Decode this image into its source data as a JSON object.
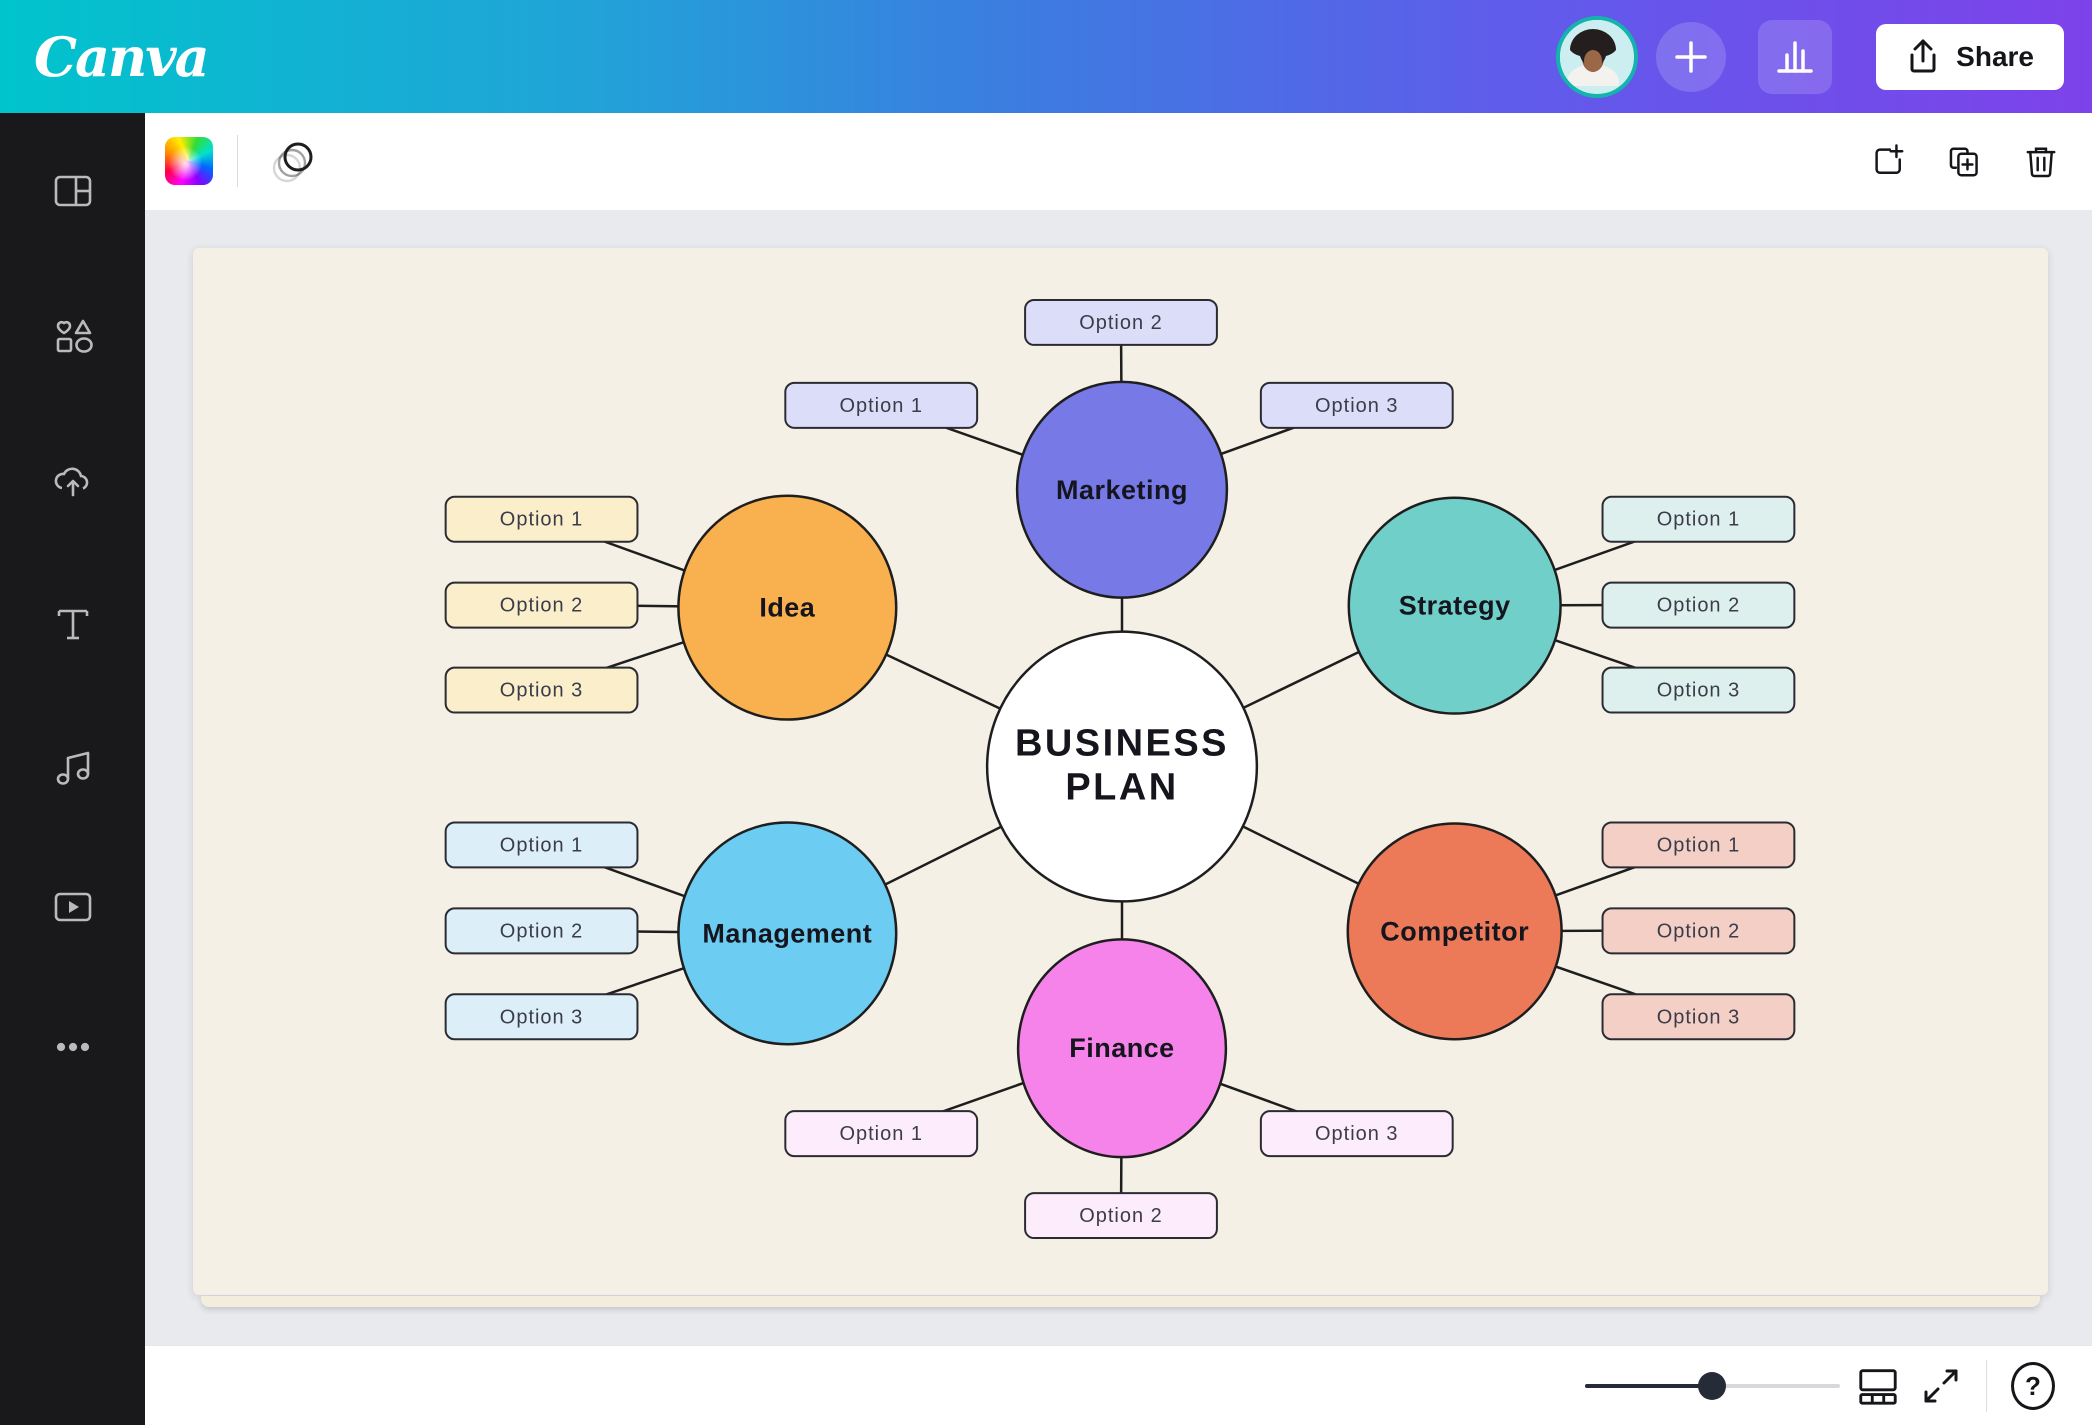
{
  "app": {
    "brand": "Canva",
    "share_label": "Share"
  },
  "topbar": {
    "icons": [
      "avatar",
      "plus-icon",
      "chart-icon",
      "share-icon"
    ]
  },
  "sidebar": {
    "icons": [
      "templates-icon",
      "elements-icon",
      "uploads-icon",
      "text-icon",
      "audio-icon",
      "videos-icon",
      "more-icon"
    ]
  },
  "toolbar": {
    "icons": [
      "color-swatch",
      "animate-icon",
      "add-page-icon",
      "duplicate-page-icon",
      "delete-page-icon"
    ]
  },
  "colors": {
    "topbar_gradient": [
      "#00c4cc",
      "#3b7de0",
      "#7d42ea"
    ],
    "sidebar_bg": "#19191b",
    "workspace_bg": "#e9eaee",
    "page_bg": "#f5f0e5",
    "connector": "#1e1e1e",
    "avatar_ring": "#14b4ad"
  },
  "mindmap": {
    "center": {
      "line1": "BUSINESS",
      "line2": "PLAN",
      "fill": "#ffffff"
    },
    "branches": [
      {
        "name": "Marketing",
        "fill": "#7679e6",
        "option_fill": "#dcddf8",
        "options": [
          "Option 1",
          "Option 2",
          "Option 3"
        ]
      },
      {
        "name": "Idea",
        "fill": "#f9b04e",
        "option_fill": "#faeecb",
        "options": [
          "Option 1",
          "Option 2",
          "Option 3"
        ]
      },
      {
        "name": "Strategy",
        "fill": "#70d0c9",
        "option_fill": "#def0ee",
        "options": [
          "Option 1",
          "Option 2",
          "Option 3"
        ]
      },
      {
        "name": "Management",
        "fill": "#6cccf1",
        "option_fill": "#dceef8",
        "options": [
          "Option 1",
          "Option 2",
          "Option 3"
        ]
      },
      {
        "name": "Competitor",
        "fill": "#ec7957",
        "option_fill": "#f4cfc5",
        "options": [
          "Option 1",
          "Option 2",
          "Option 3"
        ]
      },
      {
        "name": "Finance",
        "fill": "#f583ea",
        "option_fill": "#fdecfb",
        "options": [
          "Option 1",
          "Option 2",
          "Option 3"
        ]
      }
    ]
  },
  "bottombar": {
    "help_glyph": "?"
  }
}
